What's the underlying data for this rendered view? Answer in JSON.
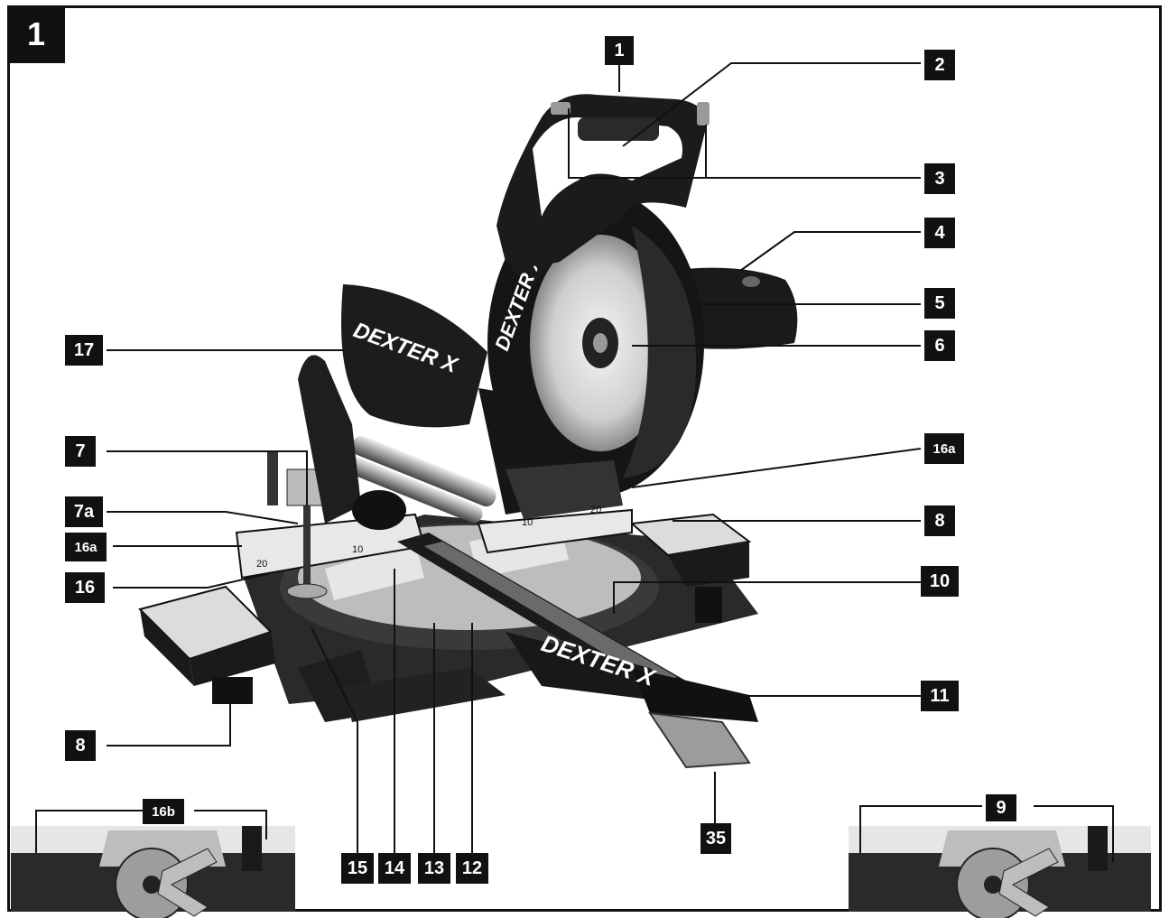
{
  "figure": {
    "number": "1"
  },
  "callouts": {
    "c1": "1",
    "c2": "2",
    "c3": "3",
    "c4": "4",
    "c5": "5",
    "c6": "6",
    "c7": "7",
    "c7a": "7a",
    "c8_left": "8",
    "c8_right": "8",
    "c9": "9",
    "c10": "10",
    "c11": "11",
    "c12": "12",
    "c13": "13",
    "c14": "14",
    "c15": "15",
    "c16": "16",
    "c16a_left": "16a",
    "c16a_right": "16a",
    "c16b": "16b",
    "c17": "17",
    "c35": "35"
  },
  "brand": {
    "blade_guard": "DEXTER X",
    "dust_bag": "DEXTER X",
    "rail": "DEXTER X"
  },
  "scale_marks": {
    "left_a": "20",
    "left_b": "10",
    "right_a": "10",
    "right_b": "20"
  },
  "colors": {
    "ink": "#111111",
    "paper": "#ffffff",
    "metal": "#cfcfcf"
  }
}
